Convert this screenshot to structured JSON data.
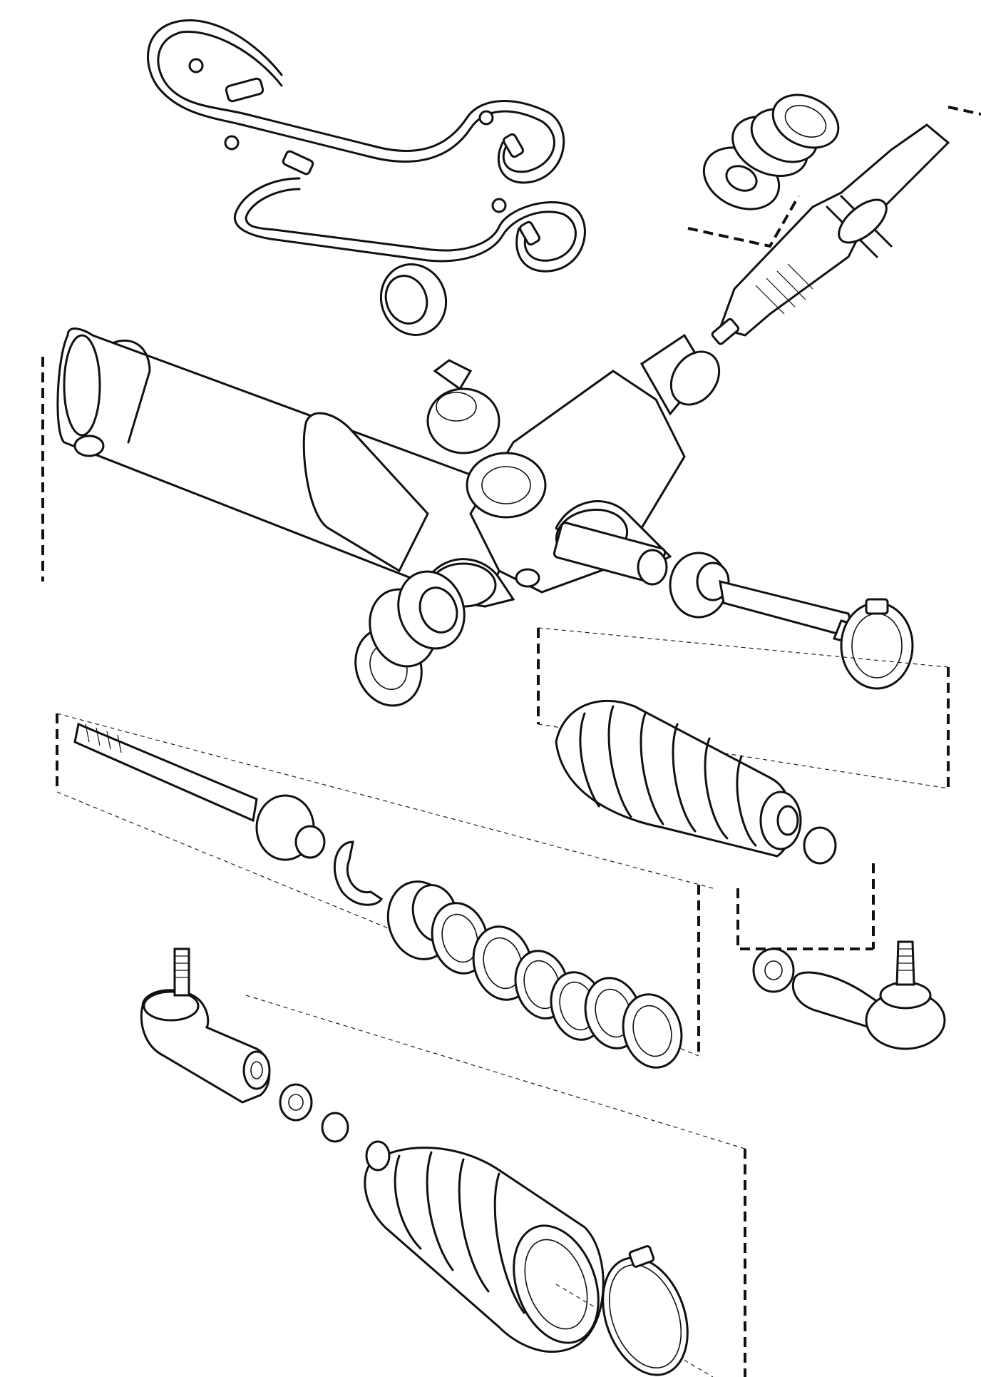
{
  "figure": {
    "description_visible_text": "",
    "line_color": "#111111",
    "background": "#ffffff"
  },
  "parts": [
    {
      "name": "fluid-lines"
    },
    {
      "name": "pinion-bearing-set"
    },
    {
      "name": "pinion-shaft"
    },
    {
      "name": "valve-cap"
    },
    {
      "name": "rack-housing"
    },
    {
      "name": "inner-tie-rod-right"
    },
    {
      "name": "boot-right"
    },
    {
      "name": "inner-tie-rod-left"
    },
    {
      "name": "rack-seal-set"
    },
    {
      "name": "tie-rod-end-left"
    },
    {
      "name": "tie-rod-end-right"
    },
    {
      "name": "boot-left"
    },
    {
      "name": "boot-clamp"
    }
  ]
}
